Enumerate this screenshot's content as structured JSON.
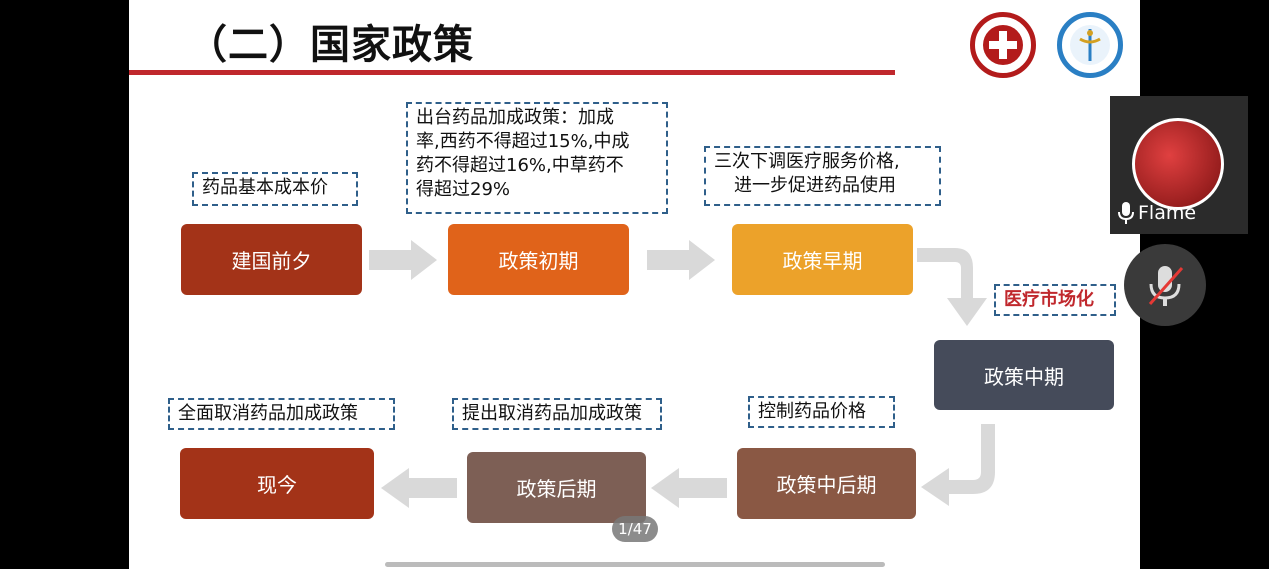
{
  "slide": {
    "title": "（二）国家政策",
    "stages": {
      "s1": "建国前夕",
      "s2": "政策初期",
      "s3": "政策早期",
      "s4": "政策中期",
      "s5": "政策中后期",
      "s6": "政策后期",
      "s7": "现今"
    },
    "notes": {
      "n1": "药品基本成本价",
      "n2_l1": "出台药品加成政策：加成",
      "n2_l2": "率,西药不得超过15%,中成",
      "n2_l3": "药不得超过16%,中草药不",
      "n2_l4": "得超过29%",
      "n3_l1": "三次下调医疗服务价格,",
      "n3_l2": "进一步促进药品使用",
      "n4": "医疗市场化",
      "n5": "控制药品价格",
      "n6": "提出取消药品加成政策",
      "n7": "全面取消药品加成政策"
    },
    "colors": {
      "dark_red": "#a33318",
      "orange": "#e0631a",
      "amber": "#eca22a",
      "slate": "#454b5a",
      "brown": "#8a5844",
      "taupe": "#7d5f55",
      "accent_red": "#c0282d"
    }
  },
  "viewer": {
    "page_indicator": "1/47"
  },
  "participant": {
    "name": "Flame",
    "mic_icon": "mic-icon",
    "muted_icon": "mic-muted-icon"
  }
}
